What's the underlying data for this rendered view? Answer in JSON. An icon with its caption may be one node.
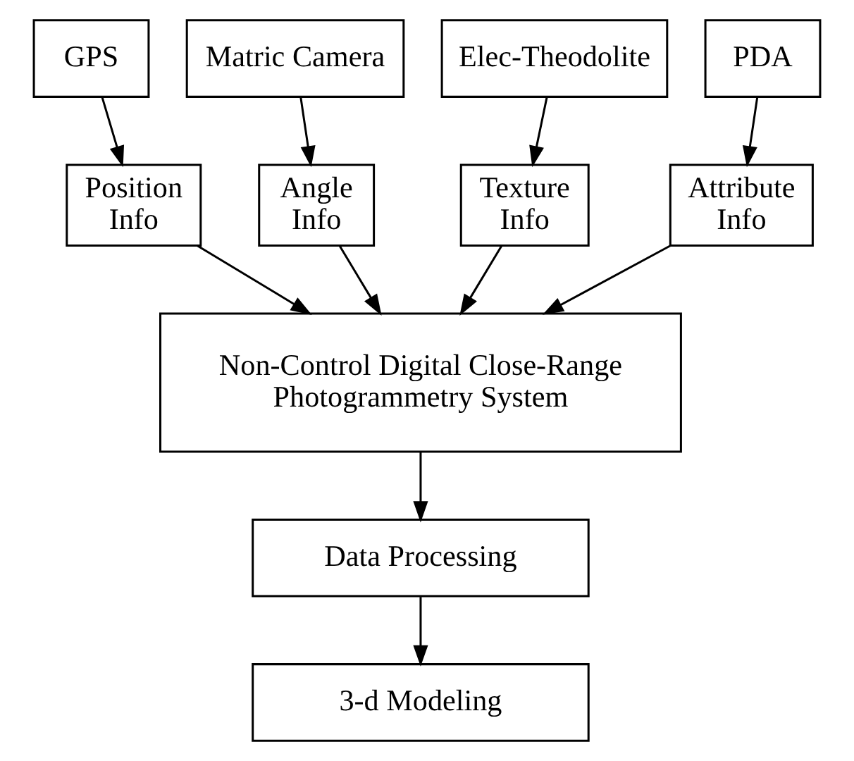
{
  "diagram": {
    "nodes": [
      {
        "text": [
          "GPS"
        ]
      },
      {
        "text": [
          "Matric Camera"
        ]
      },
      {
        "text": [
          "Elec-Theodolite"
        ]
      },
      {
        "text": [
          "PDA"
        ]
      },
      {
        "text": [
          "Position Info"
        ]
      },
      {
        "text": [
          "Angle Info"
        ]
      },
      {
        "text": [
          "Texture Info"
        ]
      },
      {
        "text": [
          "Attribute Info"
        ]
      },
      {
        "text": [
          "Non-Control Digital Close-Range Photogrammetry System"
        ]
      },
      {
        "text": [
          "Data Processing"
        ]
      },
      {
        "text": [
          "3-d Modeling"
        ]
      }
    ],
    "edges": [
      {
        "from": 0,
        "to": 4,
        "arrow": "to"
      },
      {
        "from": 1,
        "to": 5,
        "arrow": "to"
      },
      {
        "from": 2,
        "to": 6,
        "arrow": "to"
      },
      {
        "from": 3,
        "to": 7,
        "arrow": "to"
      },
      {
        "from": 4,
        "to": 8,
        "arrow": "to"
      },
      {
        "from": 5,
        "to": 8,
        "arrow": "to"
      },
      {
        "from": 6,
        "to": 8,
        "arrow": "to"
      },
      {
        "from": 7,
        "to": 8,
        "arrow": "to"
      },
      {
        "from": 8,
        "to": 9,
        "arrow": "to"
      },
      {
        "from": 9,
        "to": 10,
        "arrow": "to"
      }
    ]
  }
}
